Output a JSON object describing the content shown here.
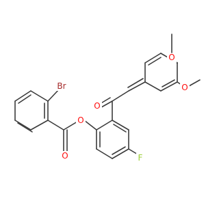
{
  "atoms": {
    "br": {
      "text": "Br",
      "color": "#a52a2a"
    },
    "o_ester_carbonyl": {
      "text": "O",
      "color": "#ff0d0d"
    },
    "o_ester_link": {
      "text": "O",
      "color": "#ff0d0d"
    },
    "o_ketone": {
      "text": "O",
      "color": "#ff0d0d"
    },
    "o_methoxy_top": {
      "text": "O",
      "color": "#ff0d0d"
    },
    "o_methoxy_mid": {
      "text": "O",
      "color": "#ff0d0d"
    },
    "f": {
      "text": "F",
      "color": "#9acd32"
    }
  },
  "colors": {
    "bond": "#3b3b3b",
    "background": "#ffffff"
  }
}
